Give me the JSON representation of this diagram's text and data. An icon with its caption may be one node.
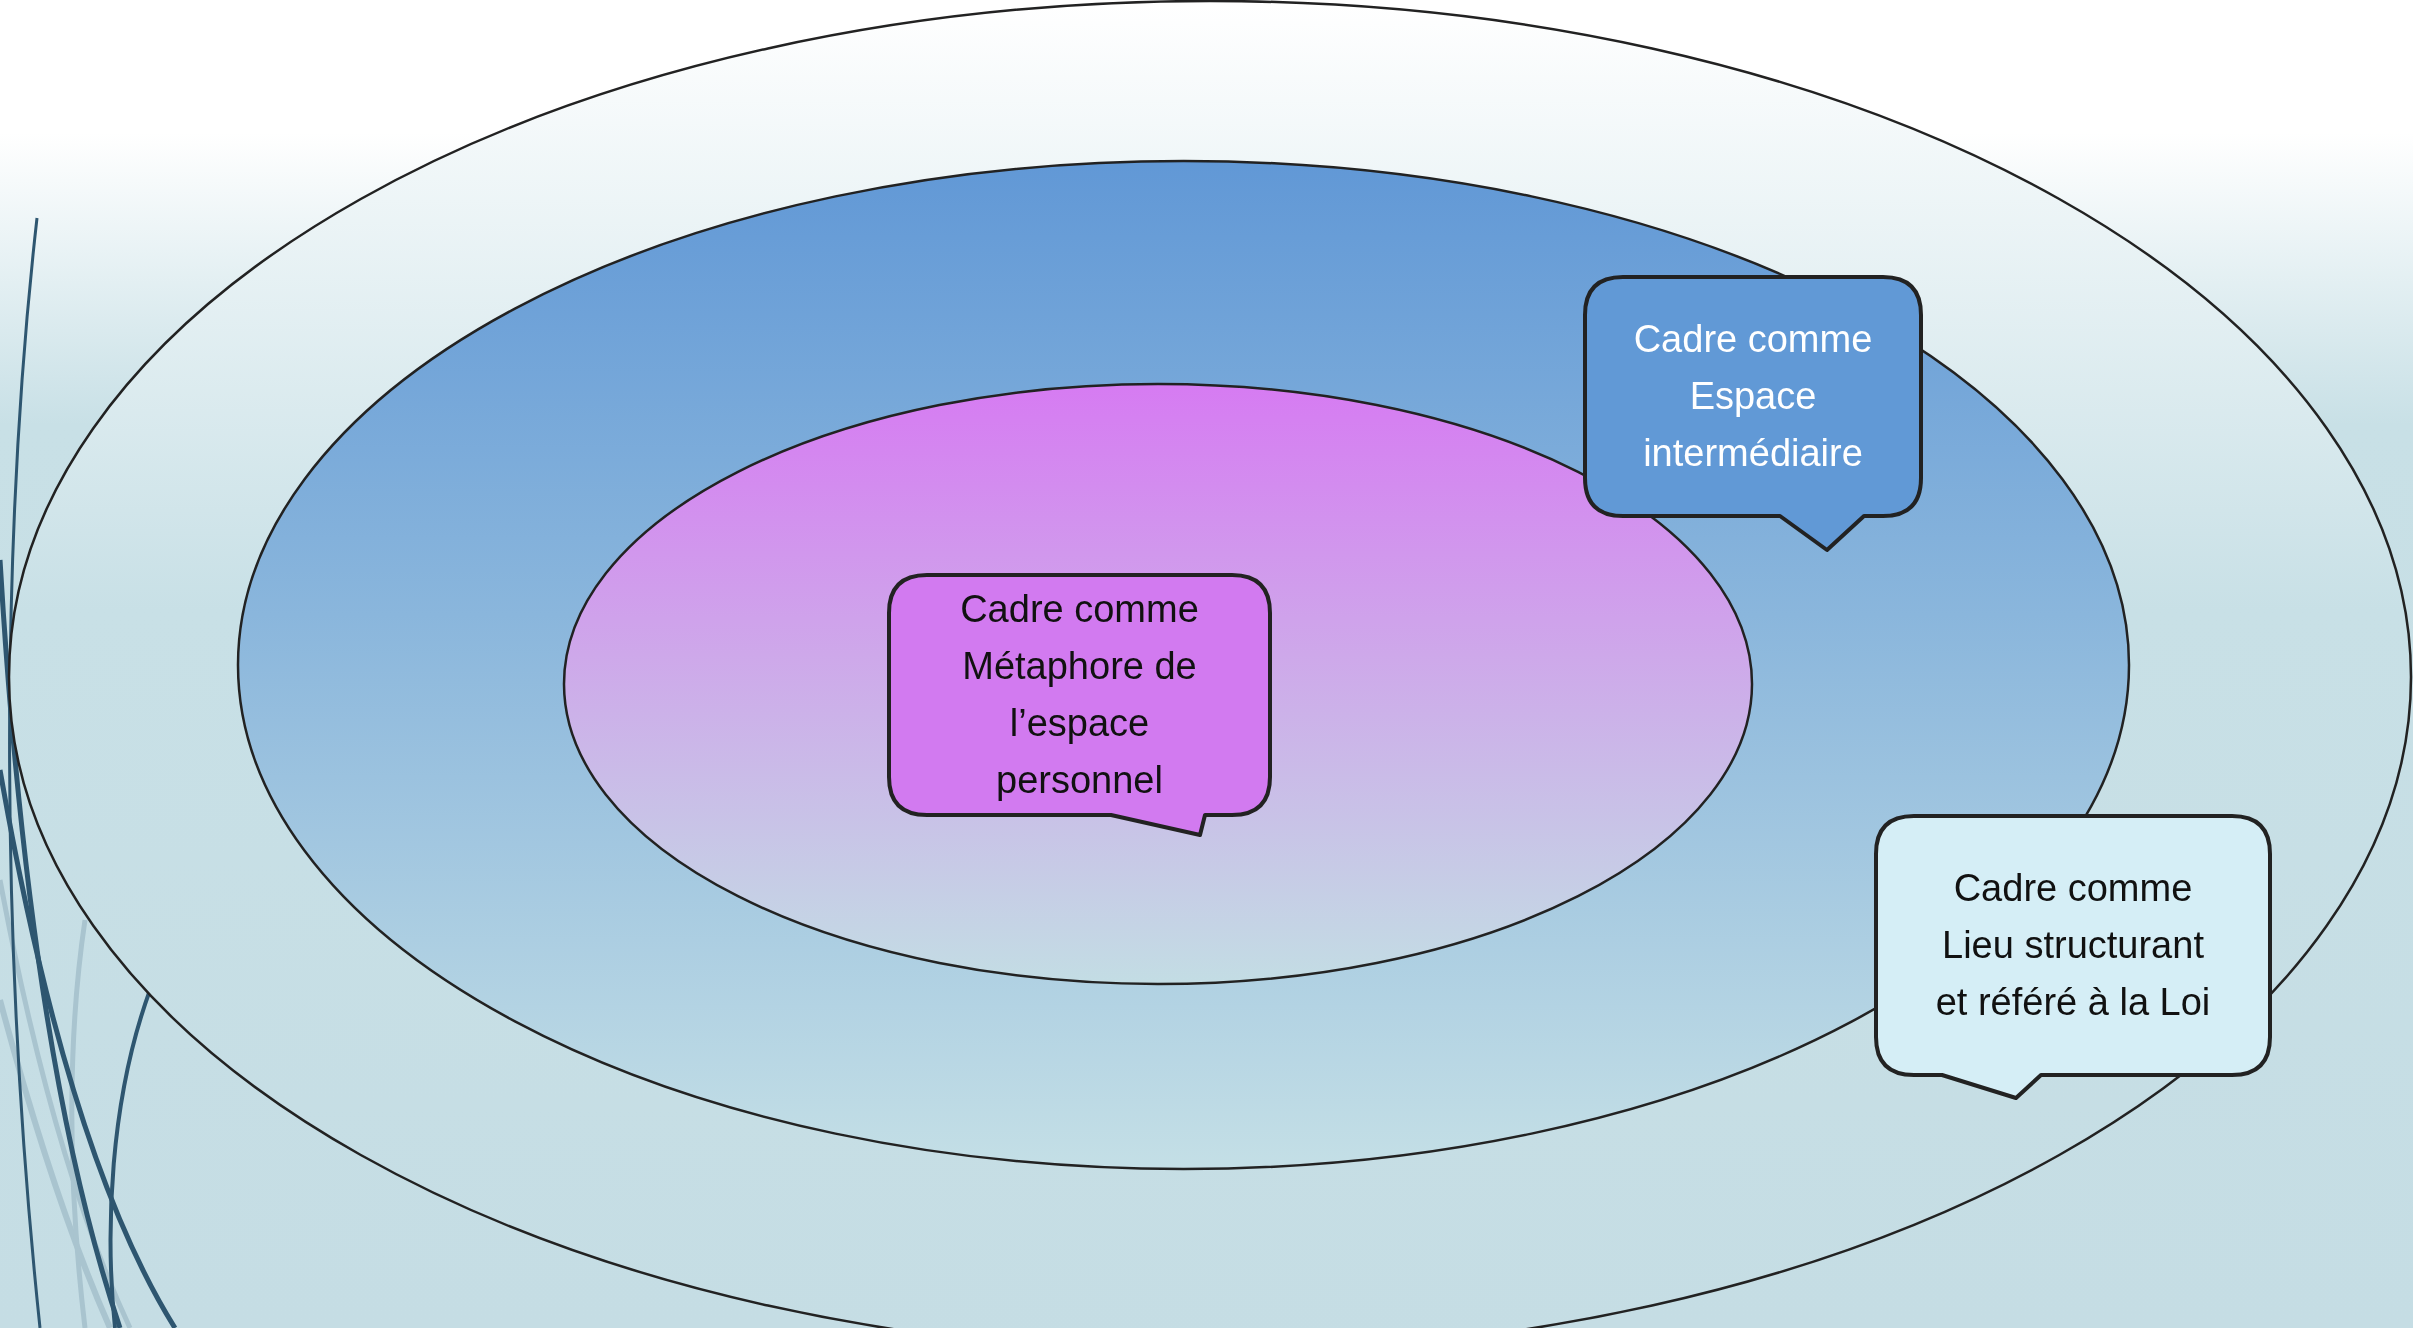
{
  "diagram": {
    "nodes": [
      {
        "text": [],
        "shape": "ellipse"
      },
      {
        "text": [],
        "shape": "ellipse",
        "in": 0
      },
      {
        "text": [],
        "shape": "ellipse",
        "in": 1
      },
      {
        "text": [
          "Cadre comme Métaphore de l’espace personnel"
        ],
        "in": 2
      },
      {
        "text": [
          "Cadre comme Espace intermédiaire"
        ],
        "in": 1
      },
      {
        "text": [
          "Cadre comme Lieu structurant et référé à la Loi"
        ],
        "in": 0
      }
    ]
  }
}
